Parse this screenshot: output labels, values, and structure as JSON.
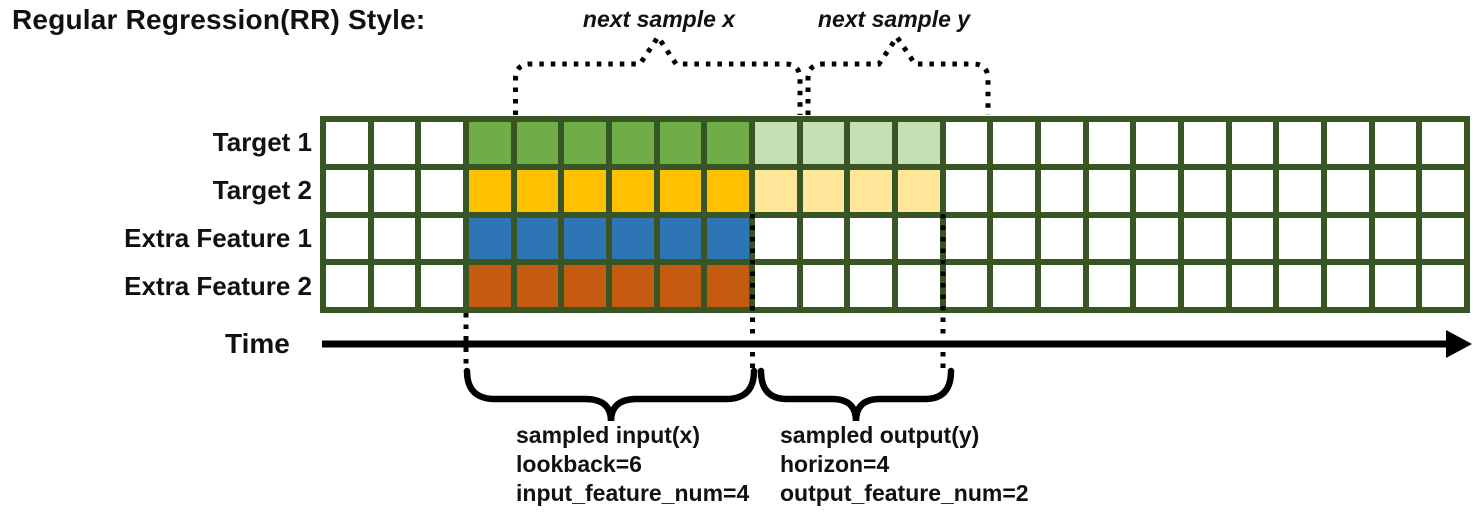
{
  "title": "Regular Regression(RR) Style:",
  "top_annotations": {
    "next_sample_x": "next sample x",
    "next_sample_y": "next sample y"
  },
  "time_axis": {
    "label": "Time"
  },
  "grid": {
    "columns": 24,
    "input_start_col": 3,
    "rows": [
      {
        "label": "Target 1",
        "input_cells": 6,
        "output_cells": 4,
        "input_color": "green",
        "output_color": "light_green"
      },
      {
        "label": "Target 2",
        "input_cells": 6,
        "output_cells": 4,
        "input_color": "gold",
        "output_color": "light_gold"
      },
      {
        "label": "Extra Feature 1",
        "input_cells": 6,
        "output_cells": 0,
        "input_color": "blue",
        "output_color": null
      },
      {
        "label": "Extra Feature 2",
        "input_cells": 6,
        "output_cells": 0,
        "input_color": "orange",
        "output_color": null
      }
    ]
  },
  "input_annotation": {
    "line1": "sampled input(x)",
    "line2": "lookback=6",
    "line3": "input_feature_num=4"
  },
  "output_annotation": {
    "line1": "sampled output(y)",
    "line2": "horizon=4",
    "line3": "output_feature_num=2"
  },
  "colors": {
    "grid_border": "#375623",
    "green": "#70AD47",
    "light_green": "#C5E0B4",
    "gold": "#FFC000",
    "light_gold": "#FFE699",
    "blue": "#2E75B6",
    "orange": "#C55A11",
    "cell_empty": "#FFFFFF",
    "line_art": "#000000",
    "text": "#111111"
  }
}
